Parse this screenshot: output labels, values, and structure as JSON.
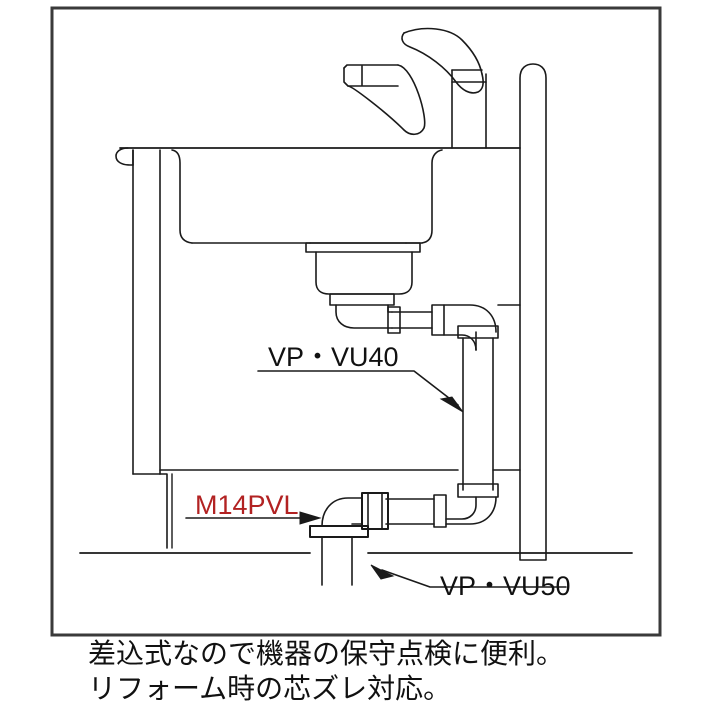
{
  "figure": {
    "kind": "technical-line-drawing",
    "subject": "kitchen-sink-drain-piping-cross-section",
    "frame": {
      "border_color": "#3a3a3a",
      "background": "#ffffff"
    },
    "line_color": "#1a1a1a",
    "accent_color": "#b22222"
  },
  "labels": {
    "upper_pipe": {
      "text": "VP・VU40",
      "color": "#111111",
      "has_leader_line": true,
      "leader_direction": "down-right"
    },
    "part_callout": {
      "text": "M14PVL",
      "color": "#b22222",
      "has_leader_line": true,
      "leader_direction": "right"
    },
    "lower_pipe": {
      "text": "VP・VU50",
      "color": "#111111",
      "has_leader_line": true,
      "leader_direction": "up-left"
    }
  },
  "caption": {
    "line1": "差込式なので機器の保守点検に便利。",
    "line2": "リフォーム時の芯ズレ対応。"
  },
  "components": [
    {
      "name": "faucet-lever-handle",
      "type": "fixture"
    },
    {
      "name": "faucet-spout",
      "type": "fixture"
    },
    {
      "name": "faucet-body",
      "type": "fixture"
    },
    {
      "name": "countertop",
      "type": "surface"
    },
    {
      "name": "sink-basin",
      "type": "fixture"
    },
    {
      "name": "drain-strainer",
      "type": "fitting"
    },
    {
      "name": "trap-elbow",
      "type": "fitting"
    },
    {
      "name": "horizontal-pipe-upper",
      "type": "pipe"
    },
    {
      "name": "coupling-upper",
      "type": "fitting"
    },
    {
      "name": "elbow-upper-right",
      "type": "fitting"
    },
    {
      "name": "vertical-drop-pipe",
      "type": "pipe"
    },
    {
      "name": "elbow-lower-right",
      "type": "fitting"
    },
    {
      "name": "horizontal-pipe-lower",
      "type": "pipe"
    },
    {
      "name": "hex-nut-fitting",
      "type": "fitting"
    },
    {
      "name": "elbow-lower-left",
      "type": "fitting"
    },
    {
      "name": "floor-drain-stub",
      "type": "pipe"
    },
    {
      "name": "cabinet-side-panel",
      "type": "structure"
    },
    {
      "name": "wall-panel-right",
      "type": "structure"
    },
    {
      "name": "floor-line",
      "type": "structure"
    }
  ]
}
